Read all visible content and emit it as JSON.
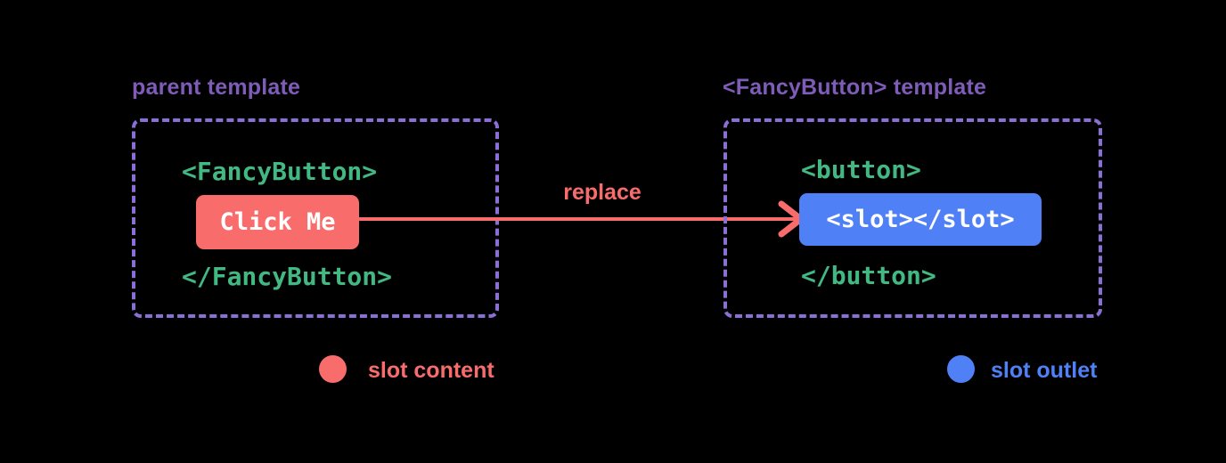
{
  "colors": {
    "red": "#f96c6c",
    "blue": "#4f80f6",
    "green": "#42b883",
    "purple_title": "#7e5cb8",
    "purple_border": "#8a70d6",
    "background": "#000000",
    "white": "#ffffff"
  },
  "left_panel": {
    "title": "parent template",
    "open_tag": "<FancyButton>",
    "button_label": "Click Me",
    "close_tag": "</FancyButton>"
  },
  "arrow": {
    "label": "replace"
  },
  "right_panel": {
    "title": "<FancyButton> template",
    "open_tag": "<button>",
    "slot_code": "<slot></slot>",
    "close_tag": "</button>"
  },
  "legend": {
    "slot_content": "slot content",
    "slot_outlet": "slot outlet"
  }
}
